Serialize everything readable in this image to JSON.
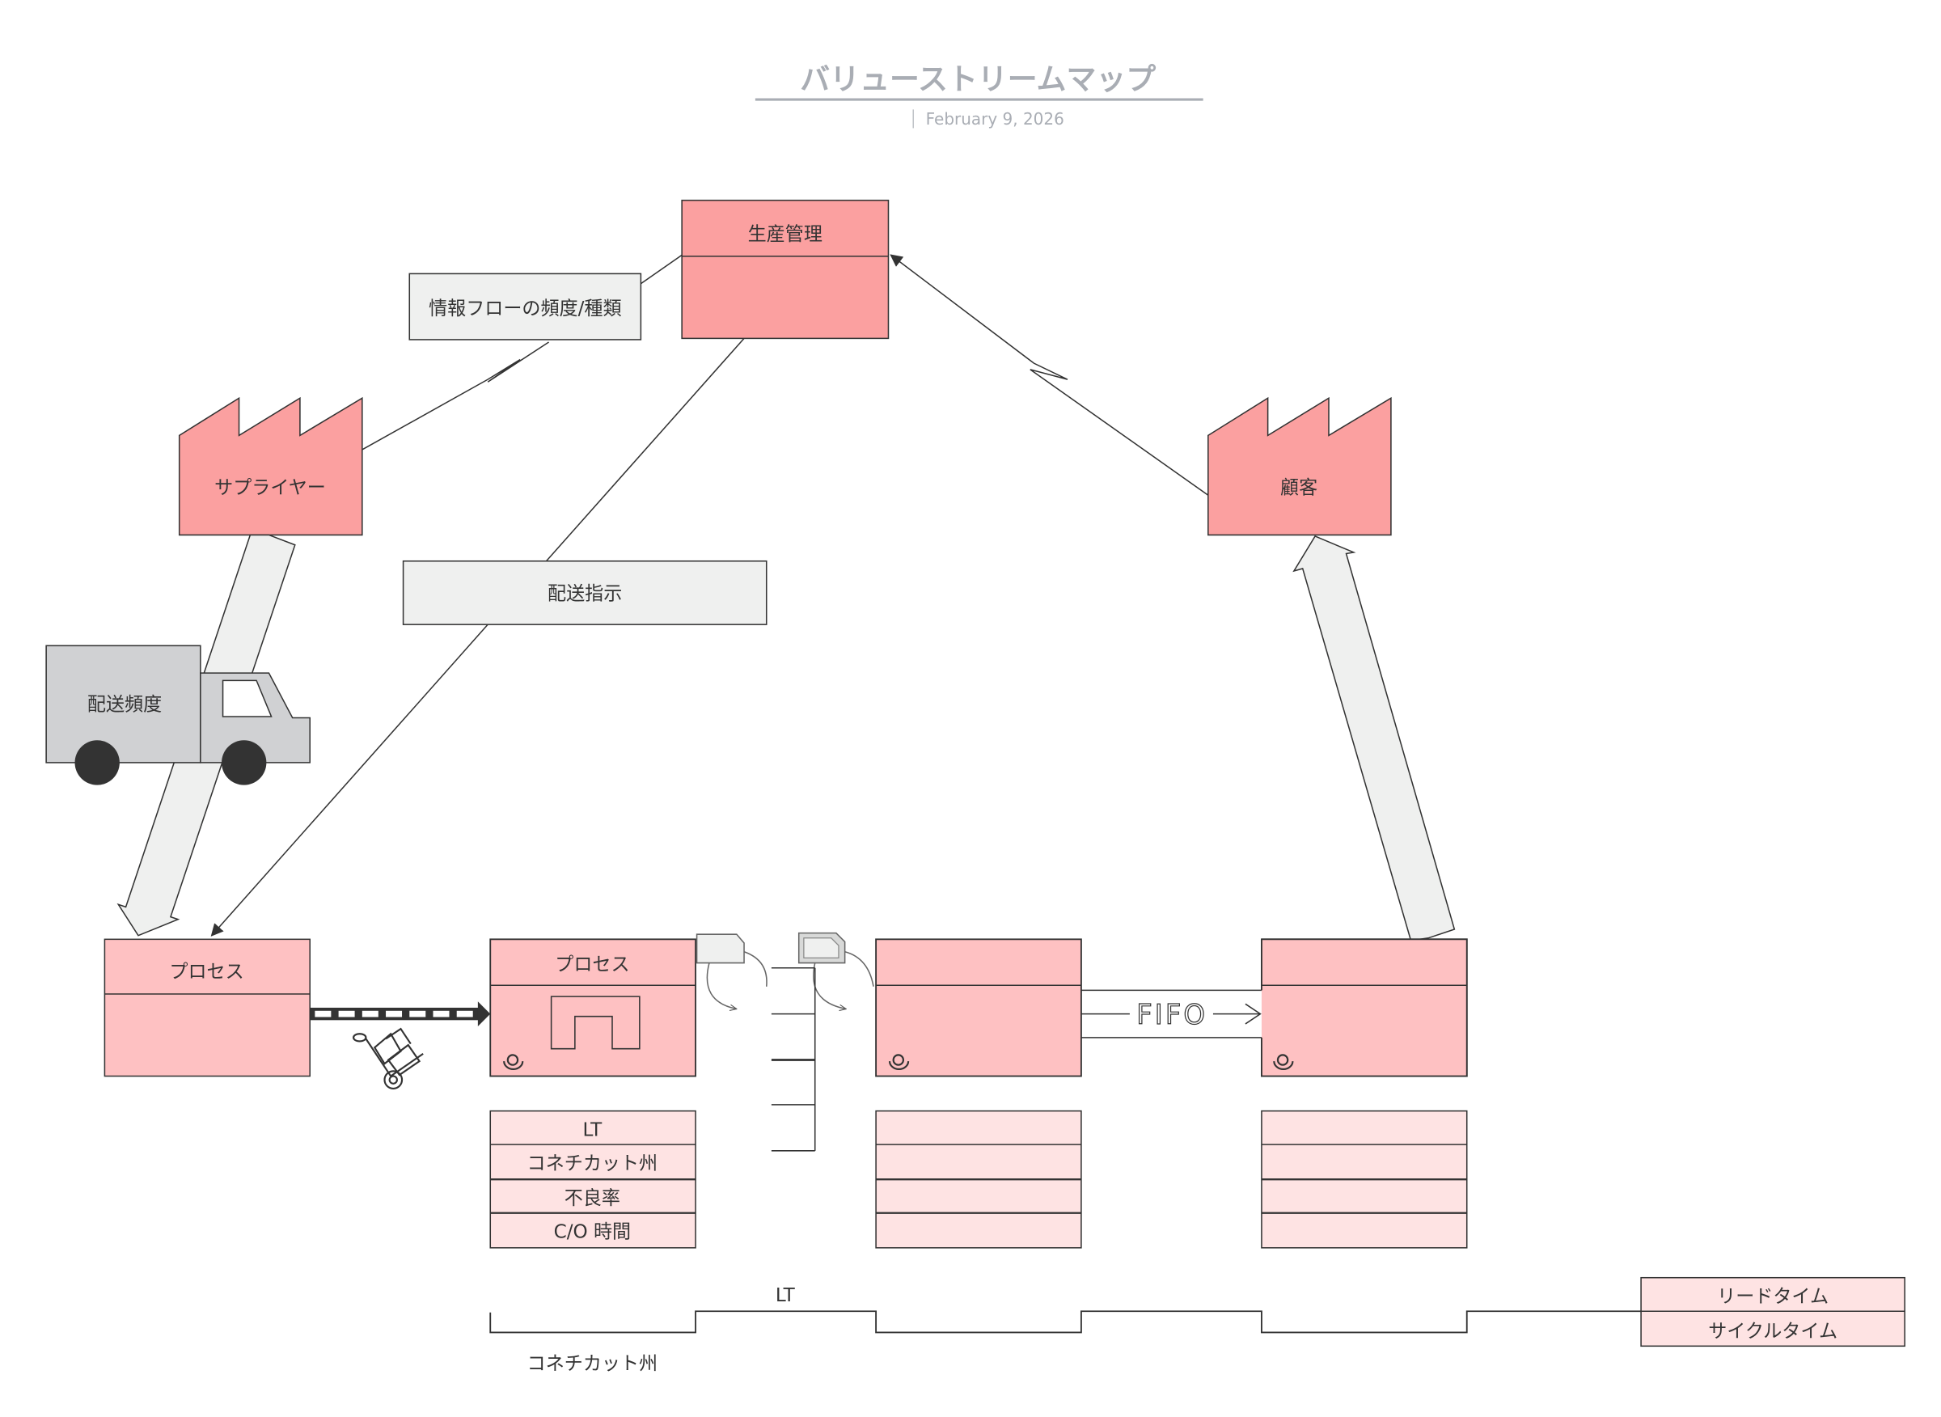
{
  "header": {
    "title": "バリューストリームマップ",
    "date": "February 9, 2026"
  },
  "nodes": {
    "production_control": {
      "label": "生産管理"
    },
    "info_flow_label": {
      "label": "情報フローの頻度/種類"
    },
    "supplier": {
      "label": "サプライヤー"
    },
    "customer": {
      "label": "顧客"
    },
    "shipping_instruction": {
      "label": "配送指示"
    },
    "truck": {
      "label": "配送頻度"
    }
  },
  "processes": [
    {
      "label": "プロセス"
    },
    {
      "label": "プロセス"
    },
    {
      "label": ""
    },
    {
      "label": ""
    }
  ],
  "data_boxes": [
    {
      "rows": [
        "LT",
        "コネチカット州",
        "不良率",
        "C/O 時間"
      ]
    },
    {
      "rows": [
        "",
        "",
        "",
        ""
      ]
    },
    {
      "rows": [
        "",
        "",
        "",
        ""
      ]
    }
  ],
  "fifo": {
    "label": "FIFO"
  },
  "timeline": {
    "upper_label": "LT",
    "lower_label": "コネチカット州",
    "summary": [
      "リードタイム",
      "サイクルタイム"
    ]
  },
  "colors": {
    "factory_fill": "#fba0a0",
    "process_fill": "#fec1c2",
    "data_fill": "#fee3e3",
    "neutral_fill": "#eff0ef",
    "truck_fill": "#d0d1d3",
    "stroke": "#333333",
    "title": "#a9adb4"
  }
}
